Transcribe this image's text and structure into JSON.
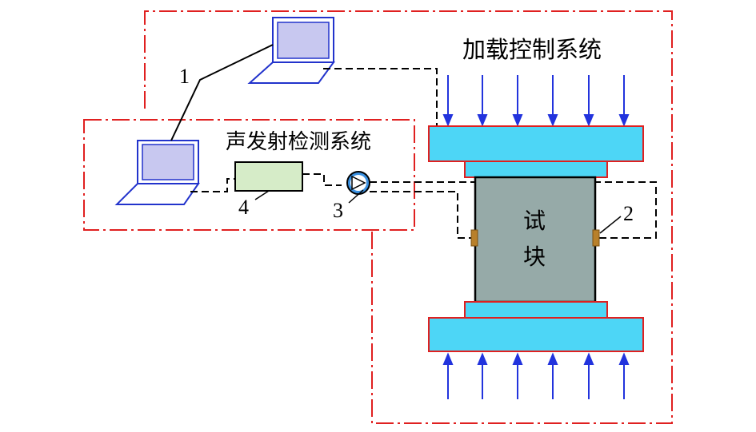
{
  "labels": {
    "loading_system": "加载控制系统",
    "ae_system": "声发射检测系统",
    "specimen_line1": "试",
    "specimen_line2": "块",
    "num1": "1",
    "num2": "2",
    "num3": "3",
    "num4": "4"
  },
  "colors": {
    "frame_red": "#e02020",
    "platen_fill": "#4dd6f6",
    "platen_edge": "#e02020",
    "specimen_fill": "#96aaa8",
    "arrow_blue": "#2233dd",
    "laptop_blue": "#2233cc",
    "laptop_screen": "#c8c8f0",
    "amplifier_fill": "#d6ecc8",
    "sensor_fill": "#b8802a",
    "preamp_fill": "#3a90e0"
  }
}
